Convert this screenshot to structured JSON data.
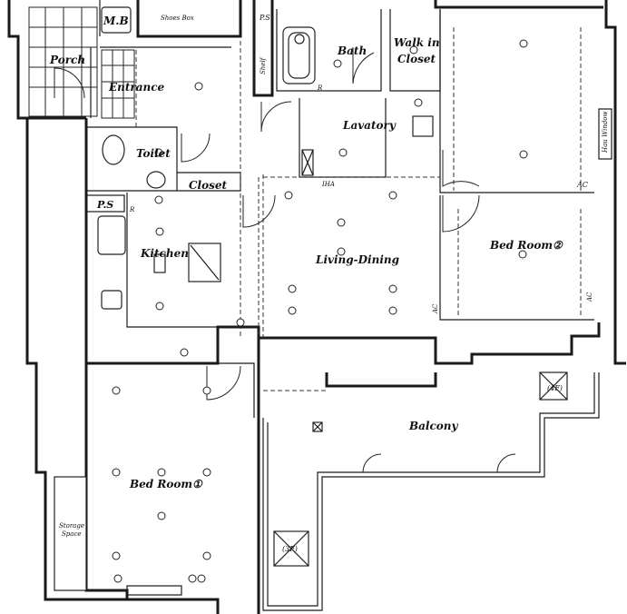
{
  "rooms": {
    "mb": "M.B",
    "shoes_box": "Shoes Box",
    "ps_top": "P.S",
    "porch": "Porch",
    "entrance": "Entrance",
    "bath": "Bath",
    "walk_in_closet_1": "Walk in",
    "walk_in_closet_2": "Closet",
    "shelf": "Shelf",
    "lavatory": "Lavatory",
    "toilet": "Toilet",
    "closet": "Closet",
    "ps_kitchen": "P.S",
    "kitchen": "Kitchen",
    "living_dining": "Living-Dining",
    "bedroom_2": "Bed Room②",
    "bedroom_1": "Bed Room①",
    "balcony": "Balcony",
    "storage_1": "Storage",
    "storage_2": "Space",
    "hau_window": "Hau Window",
    "mark_4f": "(4F)",
    "mark_3f": "(3F)",
    "ac_1": "AC",
    "ac_2": "AC",
    "ac_3": "AC",
    "r_bath": "R",
    "r_kitchen": "R",
    "iha": "IHA"
  }
}
